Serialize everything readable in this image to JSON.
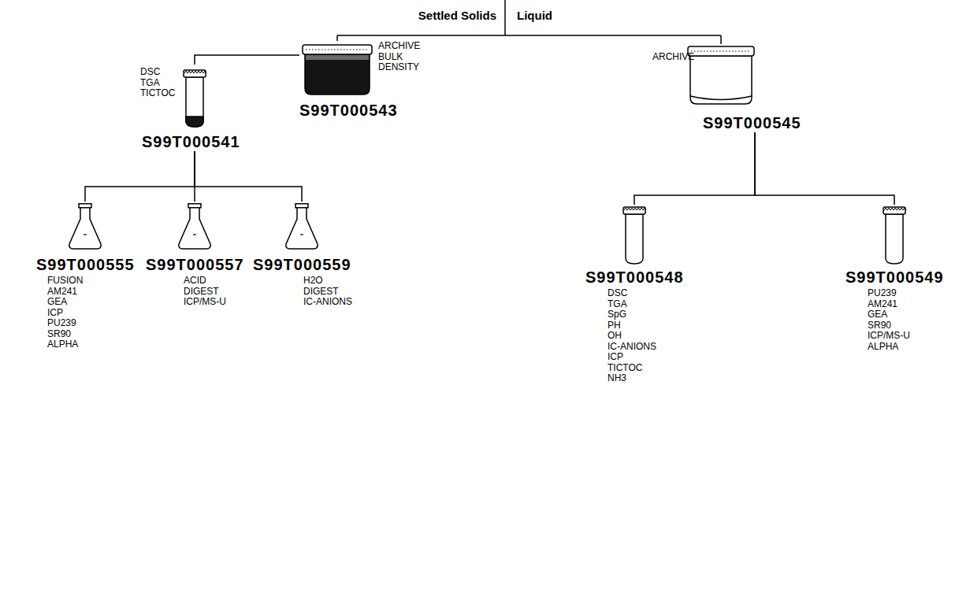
{
  "diagram": {
    "nodes": [
      {
        "text": [
          "ARCHIVE",
          "BULK DENSITY",
          "S99T000543"
        ]
      },
      {
        "text": [
          "ARCHIVE",
          "S99T000545"
        ]
      },
      {
        "text": [
          "DSC",
          "TGA",
          "TICTOC",
          "S99T000541"
        ]
      },
      {
        "text": [
          "S99T000555",
          "FUSION",
          "AM241",
          "GEA",
          "ICP",
          "PU239",
          "SR90",
          "ALPHA"
        ]
      },
      {
        "text": [
          "S99T000557",
          "ACID DIGEST",
          "ICP/MS-U"
        ]
      },
      {
        "text": [
          "S99T000559",
          "H2O DIGEST",
          "IC-ANIONS"
        ]
      },
      {
        "text": [
          "S99T000548",
          "DSC",
          "TGA",
          "SpG",
          "PH",
          "OH",
          "IC-ANIONS",
          "ICP",
          "TICTOC",
          "NH3"
        ]
      },
      {
        "text": [
          "S99T000549",
          "PU239",
          "AM241",
          "GEA",
          "SR90",
          "ICP/MS-U",
          "ALPHA"
        ]
      }
    ],
    "edges": [
      {
        "from": 0,
        "to": 2,
        "arrow": "none"
      },
      {
        "from": 2,
        "to": 3,
        "arrow": "none"
      },
      {
        "from": 2,
        "to": 4,
        "arrow": "none"
      },
      {
        "from": 2,
        "to": 5,
        "arrow": "none"
      },
      {
        "from": 1,
        "to": 6,
        "arrow": "none"
      },
      {
        "from": 1,
        "to": 7,
        "arrow": "none"
      }
    ],
    "labels": [
      "Settled Solids",
      "Liquid"
    ]
  }
}
